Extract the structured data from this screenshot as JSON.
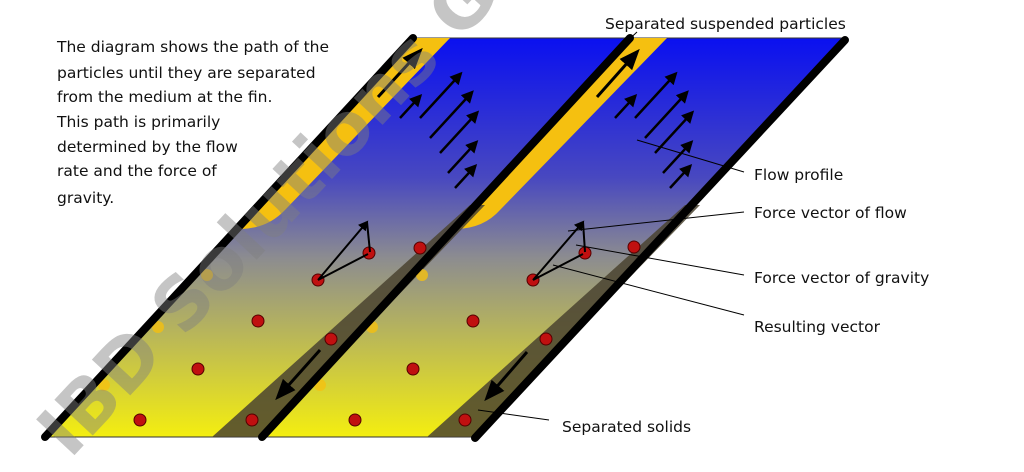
{
  "description_text": [
    "The diagram shows the path of the",
    "particles until they are separated",
    "from the medium at the fin.",
    "This path is primarily",
    "determined by the flow",
    "rate and the force of",
    "gravity."
  ],
  "labels": {
    "separated_suspended": "Separated suspended particles",
    "flow_profile": "Flow profile",
    "force_flow": "Force vector of flow",
    "force_gravity": "Force vector of gravity",
    "resulting": "Resulting vector",
    "separated_solids": "Separated solids"
  },
  "watermark": "IBD Solutions GmbH",
  "colors": {
    "top_blue": "#0a10f0",
    "bottom_yellow": "#f4ee10",
    "suspended_band": "#f5c010",
    "solids_band": "#4a4330",
    "particle": "#c01010",
    "fin": "#000000"
  }
}
